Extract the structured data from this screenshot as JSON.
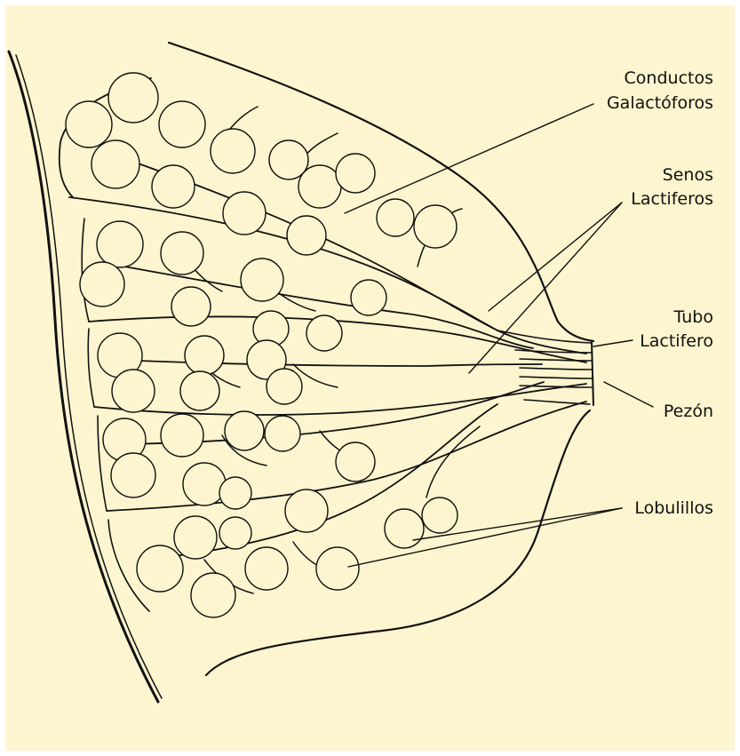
{
  "labels": {
    "conductos_line1": "Conductos",
    "conductos_line2": "Galactóforos",
    "senos_line1": "Senos",
    "senos_line2": "Lactiferos",
    "tubo_line1": "Tubo",
    "tubo_line2": "Lactifero",
    "pezon": "Pezón",
    "lobulillos": "Lobulillos"
  },
  "colors": {
    "background": "#fdf5cf",
    "ink": "#111111"
  }
}
